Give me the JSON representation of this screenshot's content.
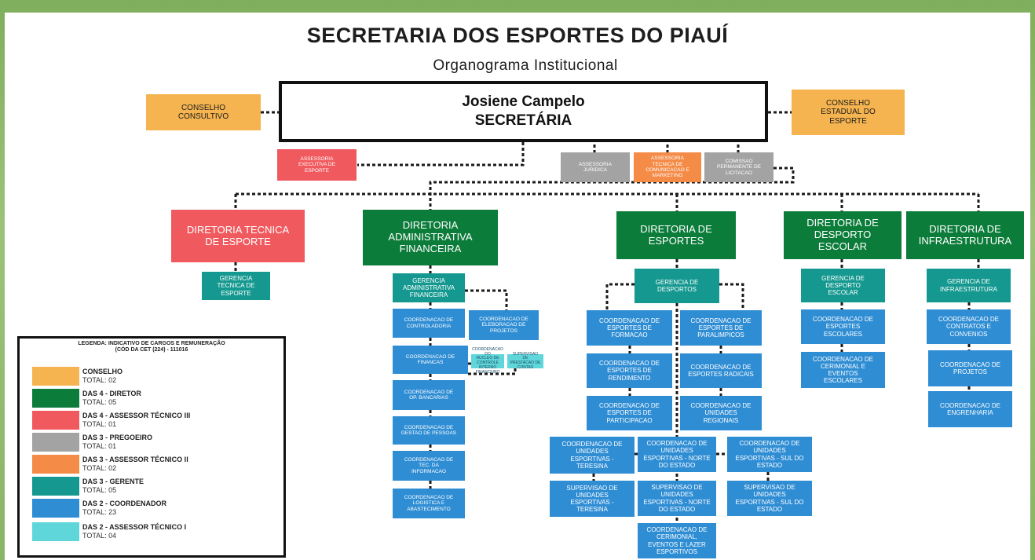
{
  "header": {
    "title": "SECRETARIA DOS ESPORTES DO PIAUÍ",
    "subtitle": "Organograma Institucional"
  },
  "secretary": {
    "name": "Josiene Campelo",
    "role": "SECRETÁRIA"
  },
  "colors": {
    "conselho": "#f5b44f",
    "diretor": "#0c7c3a",
    "assessor_tecnico_3": "#f05a5e",
    "pregoeiro": "#a3a3a3",
    "assessor_tecnico_2": "#f48b47",
    "gerente": "#14988f",
    "coordenador": "#2f8dd4",
    "assessor_tecnico_1": "#5fd6d9"
  },
  "nodes": {
    "conselho_consultivo": "CONSELHO\nCONSULTIVO",
    "conselho_estadual": "CONSELHO\nESTADUAL DO\nESPORTE",
    "assessoria_executiva": "ASSESSORIA\nEXECUTIVA DE\nESPORTE",
    "assessoria_juridica": "ASSESSORIA\nJURIDICA",
    "assessoria_comunicacao": "ASSESSORIA\nTECNICA DE\nCOMUNICACAO E\nMARKETING",
    "comissao_licitacao": "COMISSAO\nPERMANENTE DE\nLICITACAO",
    "dir_tecnica": "DIRETORIA TECNICA\nDE ESPORTE",
    "dir_administrativa": "DIRETORIA\nADMINISTRATIVA\nFINANCEIRA",
    "dir_esportes": "DIRETORIA DE\nESPORTES",
    "dir_escolar": "DIRETORIA DE\nDESPORTO\nESCOLAR",
    "dir_infra": "DIRETORIA DE\nINFRAESTRUTURA",
    "ger_tecnica": "GERENCIA\nTECNICA DE\nESPORTE",
    "ger_administrativa": "GERENCIA\nADMINISTRATIVA\nFINANCEIRA",
    "ger_desportos": "GERENCIA DE\nDESPORTOS",
    "ger_escolar": "GERENCIA DE\nDESPORTO\nESCOLAR",
    "ger_infra": "GERENCIA DE\nINFRAESTRUTURA",
    "coord_controladoria": "COORDENACAO DE\nCONTROLADORIA",
    "coord_projetos_elab": "COORDENACAO DE\nELEBORACAO DE\nPROJETOS",
    "coord_financas": "COORDENACAO DE\nFINANCAS",
    "sup_controle": "COORDENACAO DO\nNUCLEO DE\nCONTROLE INTERNO\nFINANCEIRO",
    "sup_prestacao": "SUPERVISAO DE\nPRESTACAO DE\nCONTAS",
    "coord_bancarias": "COORDENACAO DE\nOP. BANCARIAS",
    "coord_pessoas": "COORDENACAO DE\nGESTAO DE PESSOAS",
    "coord_tec_info": "COORDENACAO DE\nTEC. DA\nINFORMACAO",
    "coord_logistica": "COORDENACAO DE\nLOGISTICA E\nABASTECIMENTO",
    "coord_formacao": "COORDENACAO DE\nESPORTES DE\nFORMACAO",
    "coord_paralimpicos": "COORDENACAO DE\nESPORTES DE\nPARALIMPICOS",
    "coord_rendimento": "COORDENACAO DE\nESPORTES DE\nRENDIMENTO",
    "coord_radicais": "COORDENACAO DE\nESPORTES RADICAIS",
    "coord_participacao": "COORDENACAO DE\nESPORTES DE\nPARTICIPACAO",
    "coord_regionais": "COORDENACAO DE\nUNIDADES\nREGIONAIS",
    "coord_un_teresina": "COORDENACAO DE\nUNIDADES\nESPORTIVAS -\nTERESINA",
    "coord_un_norte": "COORDENACAO DE\nUNIDADES\nESPORTIVAS - NORTE\nDO ESTADO",
    "coord_un_sul": "COORDENACAO DE\nUNIDADES\nESPORTIVAS - SUL DO\nESTADO",
    "sup_teresina": "SUPERVISAO DE\nUNIDADES\nESPORTIVAS -\nTERESINA",
    "sup_norte": "SUPERVISAO DE\nUNIDADES\nESPORTIVAS - NORTE\nDO ESTADO",
    "sup_sul": "SUPERVISAO DE\nUNIDADES\nESPORTIVAS - SUL DO\nESTADO",
    "coord_cerimonial_esp": "COORDENACAO DE\nCERIMONIAL,\nEVENTOS E LAZER\nESPORTIVOS",
    "coord_escolares": "COORDENACAO DE\nESPORTES\nESCOLARES",
    "coord_cerimonial_esc": "COORDENACAO DE\nCERIMONIAL E\nEVENTOS\nESCOLARES",
    "coord_contratos": "COORDENACAO DE\nCONTRATOS E\nCONVENIOS",
    "coord_projetos_infra": "COORDENACAO DE\nPROJETOS",
    "coord_engenharia": "COORDENACAO DE\nENGRENHARIA"
  },
  "legend": {
    "title": "LEGENDA: INDICATIVO DE CARGOS E REMUNERAÇÃO\n(CÓD DA CET (224) - 111016",
    "items": [
      {
        "label": "CONSELHO",
        "total": "TOTAL: 02"
      },
      {
        "label": "DAS 4 - DIRETOR",
        "total": "TOTAL: 05"
      },
      {
        "label": "DAS 4 - ASSESSOR TÉCNICO III",
        "total": "TOTAL: 01"
      },
      {
        "label": "DAS 3 - PREGOEIRO",
        "total": "TOTAL: 01"
      },
      {
        "label": "DAS 3 - ASSESSOR TÉCNICO II",
        "total": "TOTAL: 02"
      },
      {
        "label": "DAS 3 - GERENTE",
        "total": "TOTAL: 05"
      },
      {
        "label": "DAS 2 - COORDENADOR",
        "total": "TOTAL: 23"
      },
      {
        "label": "DAS 2 - ASSESSOR TÉCNICO I",
        "total": "TOTAL: 04"
      }
    ]
  }
}
